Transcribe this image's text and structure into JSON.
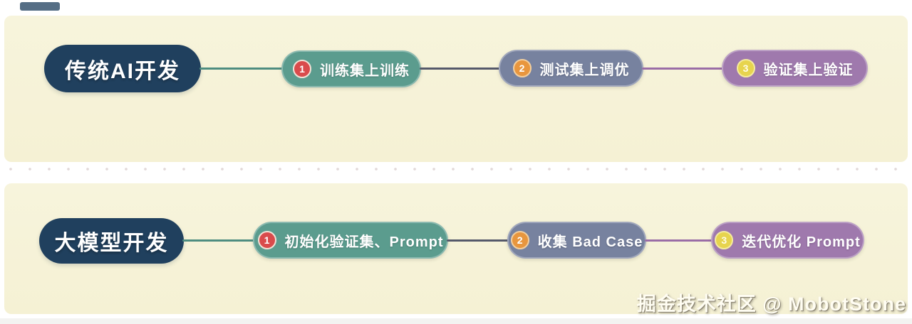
{
  "watermark": {
    "text": "掘金技术社区 @ MobotStone"
  },
  "palette": {
    "panel_bg": "#f6f2d7",
    "navy": "#20405e",
    "teal": "#5b9c8e",
    "slate": "#77829f",
    "purple": "#9f79ad",
    "connector_teal": "#4e8d80",
    "connector_dark": "#55596a",
    "connector_purple": "#9a6da6",
    "badge_red": "#d94b4c",
    "badge_orange": "#e8963e",
    "badge_yellow": "#e7d44e",
    "text_white": "#ffffff"
  },
  "rows": [
    {
      "label": "传统AI开发",
      "steps": [
        {
          "num": "1",
          "label": "训练集上训练"
        },
        {
          "num": "2",
          "label": "测试集上调优"
        },
        {
          "num": "3",
          "label": "验证集上验证"
        }
      ]
    },
    {
      "label": "大模型开发",
      "steps": [
        {
          "num": "1",
          "label": "初始化验证集、Prompt"
        },
        {
          "num": "2",
          "label": "收集 Bad Case"
        },
        {
          "num": "3",
          "label": "迭代优化 Prompt"
        }
      ]
    }
  ]
}
